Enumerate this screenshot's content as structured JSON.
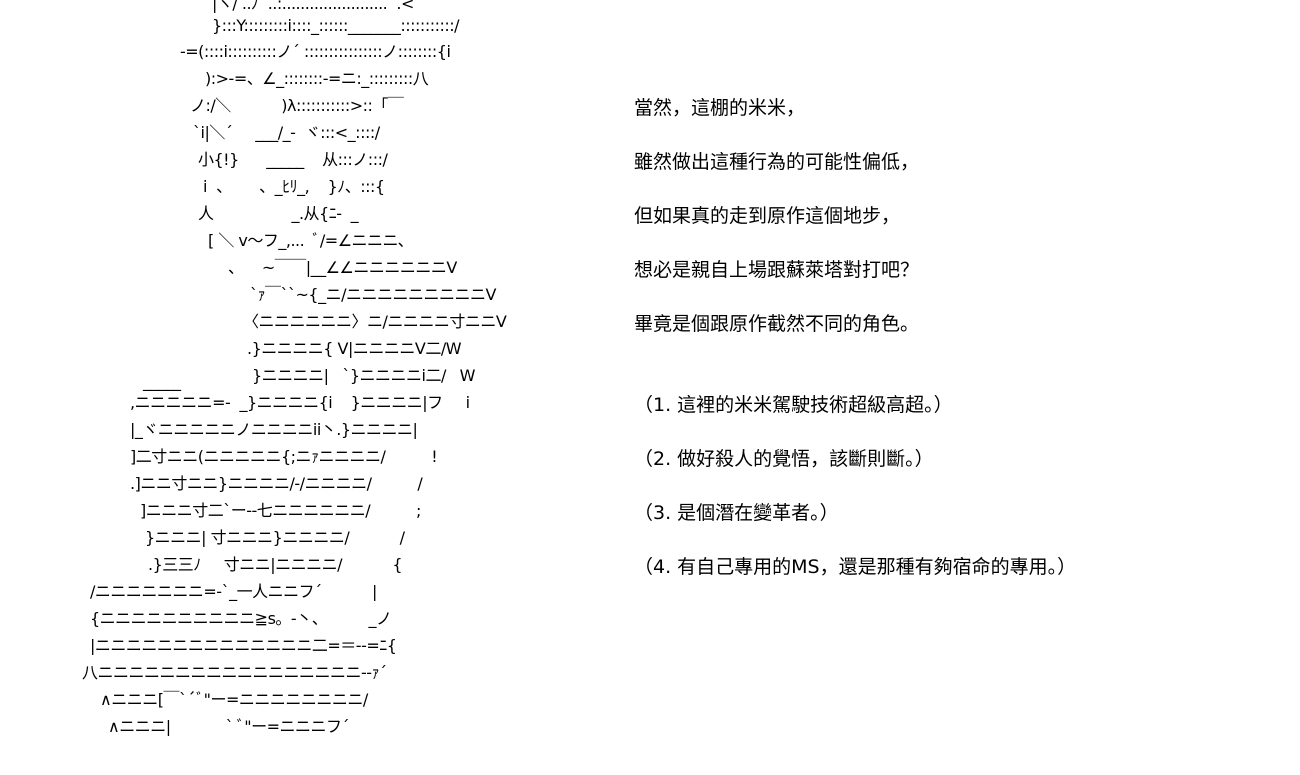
{
  "art": {
    "lines": [
      "|ヽ/ ..ﾉ  ..:.......................  .<￣￣",
      "}:::Y:::::::::i::::_::::::_______:::::::::::/",
      "-=(::::i::::::::::ノ´ ::::::::::::::::ノ::::::::{i",
      "):>-=、∠_::::::::-=ニ:_:::::::::八",
      "ノ:/＼           )λ:::::::::::>::「￣",
      "`i|＼´     ___/_-  ヾ:::<_::::/",
      "小{!}      _____    从:::ノ:::/",
      "i  、      、_ﾋﾘ_,    }ﾉ、:::{",
      "人                 _.从{ﾆ-  _",
      "[ ＼ v～フ_,...  ﾞ/=∠ニニニ､",
      "、    ~￣￣|__∠∠ニニニニニニV",
      "`ｧ￣``~{_ニ/ニニニニニニニニニV",
      "〈ニニニニニニ〉ニ/ニニニニ寸ニニV",
      ".}ニニニニ{ V|ニニニニV二/W",
      "}ニニニニ|   `}ニニニニi二/   W",
      "_____",
      ",ニニニニニ=-  _}ニニニニ{i    }ニニニニ|フ     i",
      "|_ヾニニニニニノニニニニii丶.}ニニニニ|",
      "]二寸ニニ(ニニニニニ{;ニｧニニニニ/          !",
      ".]ニニ寸ニニ}ニニニニ/-/ニニニニ/          /",
      "]ニニニ寸二`ー--七ニニニニニニ/          ;",
      "}ニニニ| 寸ニニニ}ニニニニ/           /",
      ".}三三ﾉ     寸ニニ|ニニニニ/           {",
      "/ニニニニニニニ=-`_一人ニニフ´           |",
      "{ニニニニニニニニニニ≧s。-丶、         _ノ",
      "|ニニニニニニニニニニニニニニ二=＝-‐=ﾆ{",
      "八ニニニニニニニニニニニニニニニニニ--ｧ´",
      "∧ニニニ[￣`´ﾞ\"ー=ニニニニニニニニ/",
      "∧ニニニ|            ` ﾞ\"ー=ニニニフ´"
    ]
  },
  "text": {
    "paragraph": [
      "當然，這棚的米米，",
      "雖然做出這種行為的可能性偏低，",
      "但如果真的走到原作這個地步，",
      "想必是親自上場跟蘇萊塔對打吧？",
      "畢竟是個跟原作截然不同的角色。"
    ],
    "notes": [
      "（1. 這裡的米米駕駛技術超級高超。）",
      "（2. 做好殺人的覺悟，該斷則斷。）",
      "（3. 是個潛在變革者。）",
      "（4. 有自己專用的MS，還是那種有夠宿命的專用。）"
    ]
  }
}
